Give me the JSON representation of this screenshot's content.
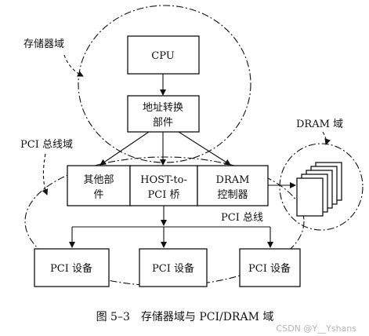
{
  "domains": {
    "memory": "存储器域",
    "pci": "PCI 总线域",
    "dram": "DRAM 域"
  },
  "nodes": {
    "cpu": "CPU",
    "addr_line1": "地址转换",
    "addr_line2": "部件",
    "other_line1": "其他部",
    "other_line2": "件",
    "host_line1": "HOST-to-",
    "host_line2": "PCI 桥",
    "dramctl_line1": "DRAM",
    "dramctl_line2": "控制器",
    "pci_dev1": "PCI 设备",
    "pci_dev2": "PCI 设备",
    "pci_dev3": "PCI 设备"
  },
  "pci_bus_label": "PCI 总线",
  "caption": "图 5–3　存储器域与 PCI/DRAM 域",
  "watermark": "CSDN @Y__Yshans"
}
